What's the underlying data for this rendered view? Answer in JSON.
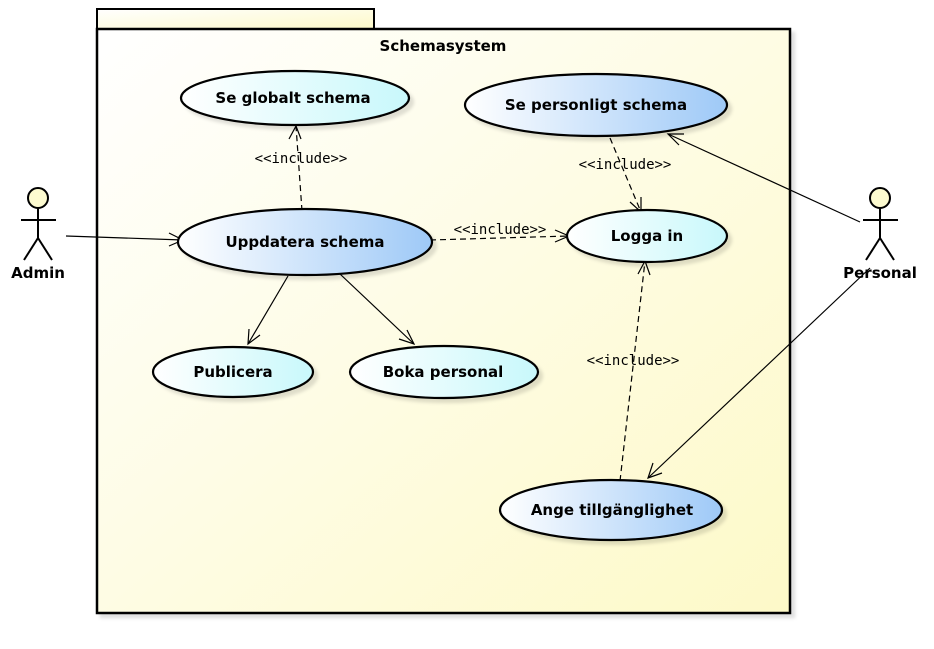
{
  "system": {
    "name": "Schemasystem"
  },
  "actors": {
    "admin": "Admin",
    "personal": "Personal"
  },
  "use_cases": {
    "se_globalt": "Se globalt schema",
    "se_personligt": "Se personligt schema",
    "uppdatera": "Uppdatera schema",
    "logga_in": "Logga in",
    "publicera": "Publicera",
    "boka": "Boka personal",
    "ange": "Ange tillgänglighet"
  },
  "relations": {
    "include_globalt": "<<include>>",
    "include_uppdatera_logga": "<<include>>",
    "include_personligt_logga": "<<include>>",
    "include_ange_logga": "<<include>>"
  },
  "colors": {
    "package_fill": "#fffde0",
    "usecase_light": "#e6feff",
    "usecase_blue": "#a9d2fb",
    "line": "#000000"
  }
}
